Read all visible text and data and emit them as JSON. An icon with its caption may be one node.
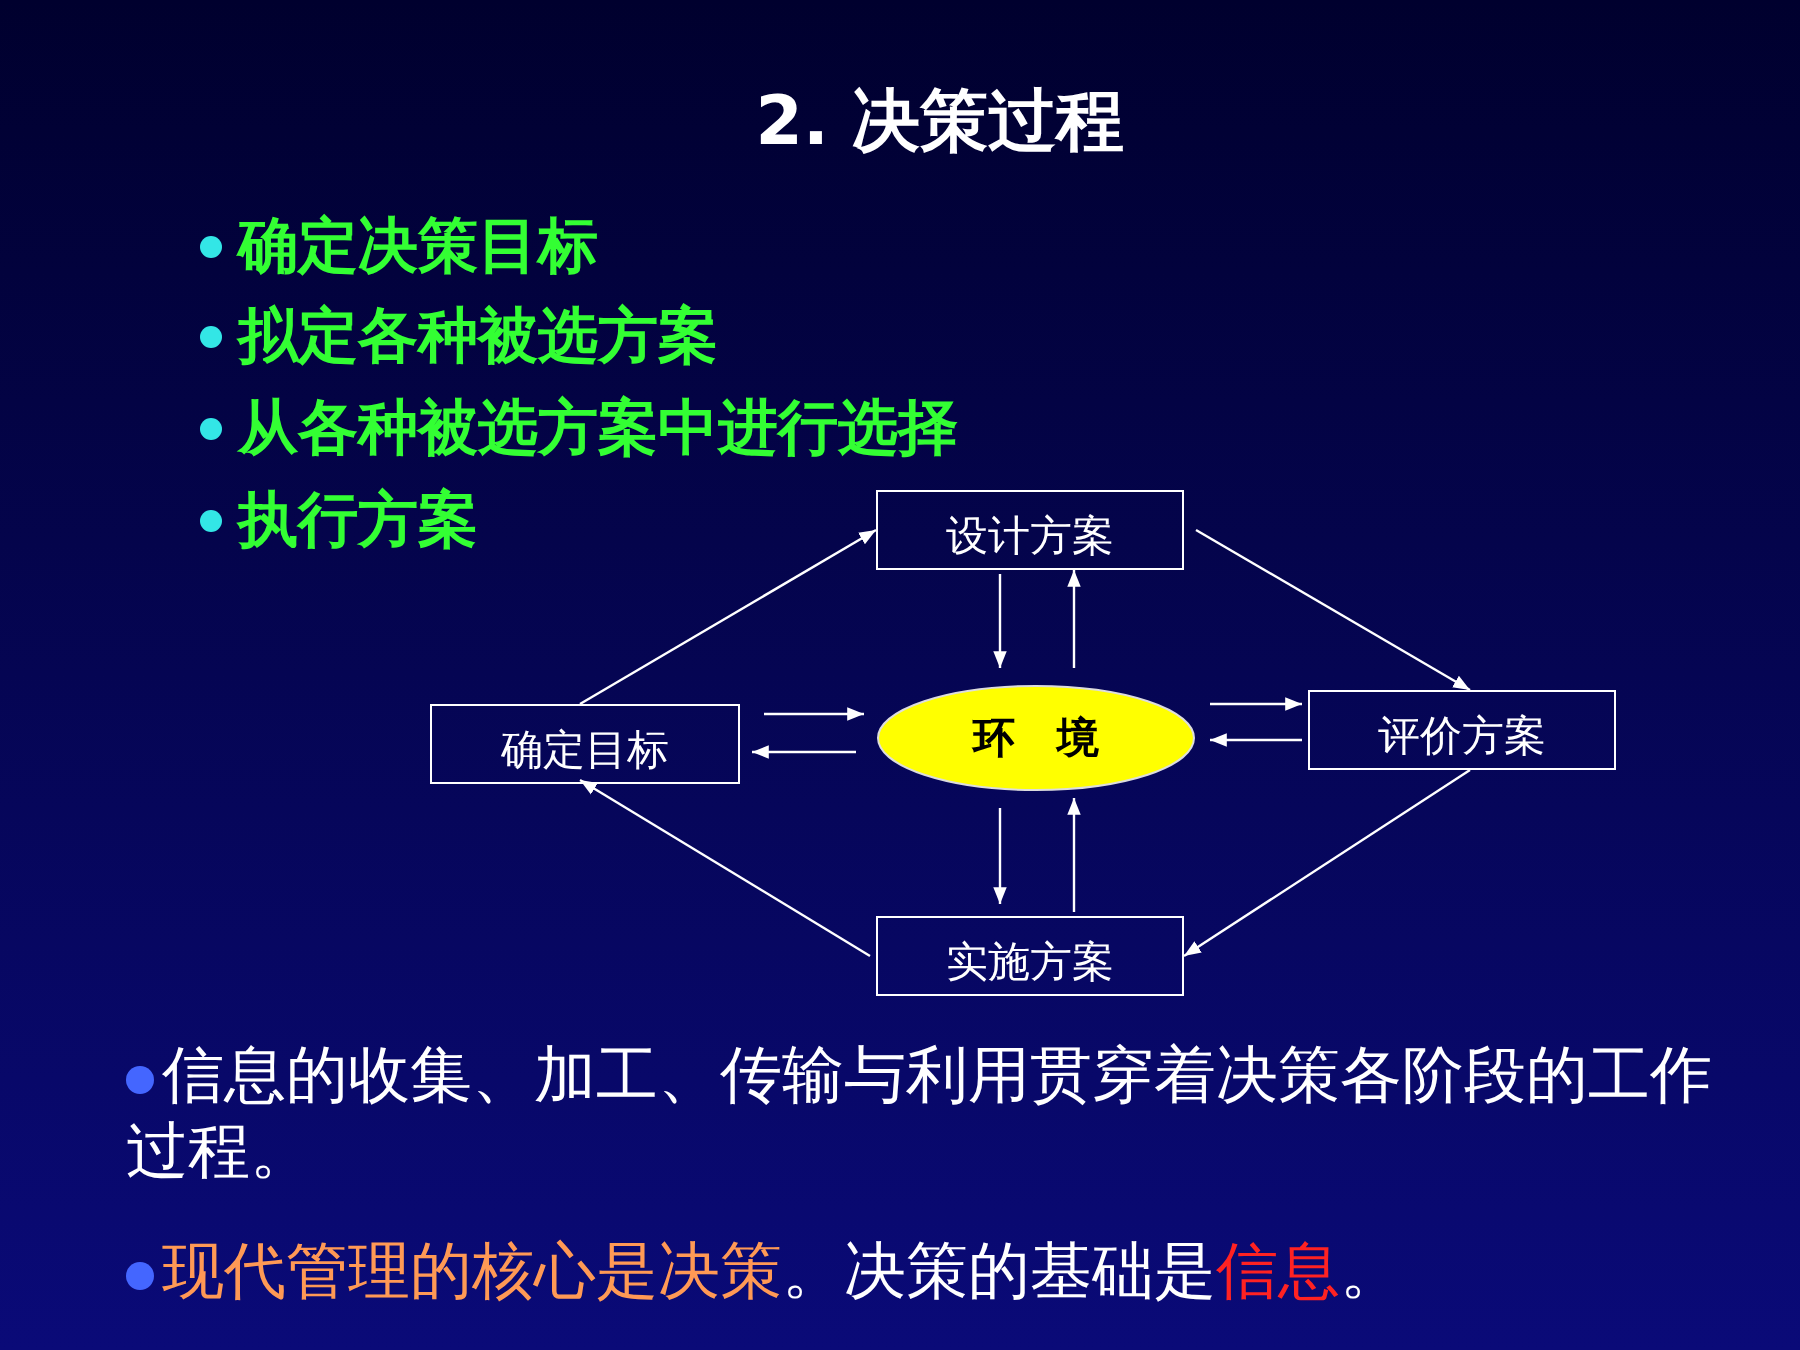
{
  "diagram": {
    "title": "2. 决策过程",
    "nodes": [
      {
        "text": [
          "确定目标"
        ]
      },
      {
        "text": [
          "设计方案"
        ]
      },
      {
        "text": [
          "环 境"
        ]
      },
      {
        "text": [
          "评价方案"
        ]
      },
      {
        "text": [
          "实施方案"
        ]
      }
    ],
    "edges": [
      {
        "from": 0,
        "to": 1,
        "arrow": "to"
      },
      {
        "from": 1,
        "to": 3,
        "arrow": "to"
      },
      {
        "from": 3,
        "to": 4,
        "arrow": "to"
      },
      {
        "from": 4,
        "to": 0,
        "arrow": "to"
      },
      {
        "from": 0,
        "to": 2,
        "arrow": "to"
      },
      {
        "from": 2,
        "to": 0,
        "arrow": "to"
      },
      {
        "from": 1,
        "to": 2,
        "arrow": "to"
      },
      {
        "from": 2,
        "to": 1,
        "arrow": "to"
      },
      {
        "from": 2,
        "to": 3,
        "arrow": "to"
      },
      {
        "from": 3,
        "to": 2,
        "arrow": "to"
      },
      {
        "from": 2,
        "to": 4,
        "arrow": "to"
      },
      {
        "from": 4,
        "to": 2,
        "arrow": "to"
      }
    ],
    "labels": [
      "确定决策目标",
      "拟定各种被选方案",
      "从各种被选方案中进行选择",
      "执行方案",
      "信息的收集、加工、传输与利用贯穿着决策各阶段的工作过程。",
      "现代管理的核心是决策",
      "。决策的基础是",
      "信息",
      "。"
    ]
  }
}
